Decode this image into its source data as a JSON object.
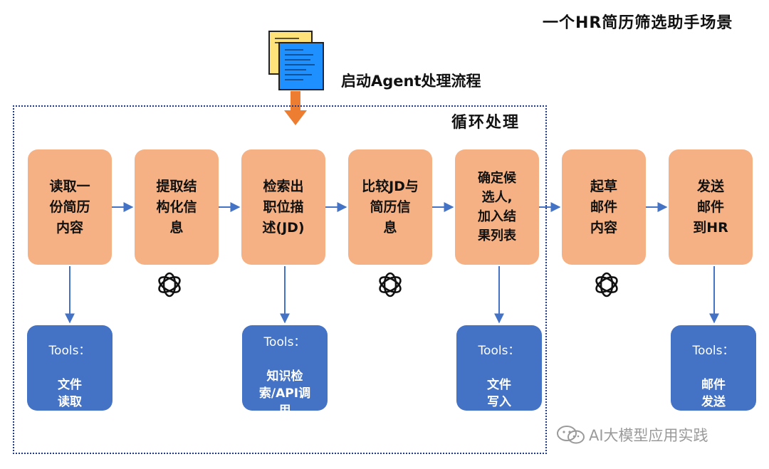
{
  "title": "一个HR简历筛选助手场景",
  "start_label": "启动Agent处理流程",
  "loop_label": "循环处理",
  "steps": [
    {
      "label": "读取一\n份简历\n内容"
    },
    {
      "label": "提取结\n构化信\n息"
    },
    {
      "label": "检索出\n职位描\n述(JD)"
    },
    {
      "label": "比较JD与\n简历信\n息"
    },
    {
      "label": "确定候\n选人,\n加入结\n果列表"
    },
    {
      "label": "起草\n邮件\n内容"
    },
    {
      "label": "发送\n邮件\n到HR"
    }
  ],
  "tools": [
    {
      "heading": "Tools：",
      "body": "文件\n读取"
    },
    {
      "heading": "Tools：",
      "body": "知识检\n索/API调\n用"
    },
    {
      "heading": "Tools：",
      "body": "文件\n写入"
    },
    {
      "heading": "Tools：",
      "body": "邮件\n发送"
    }
  ],
  "logos": [
    "openai-logo-icon",
    "openai-logo-icon",
    "openai-logo-icon"
  ],
  "watermark": "AI大模型应用实践",
  "colors": {
    "step_fill": "#f5b183",
    "tool_fill": "#4472c4",
    "arrow": "#4472c4",
    "start_arrow": "#ed7d31",
    "loop_border": "#1f3a8a"
  }
}
